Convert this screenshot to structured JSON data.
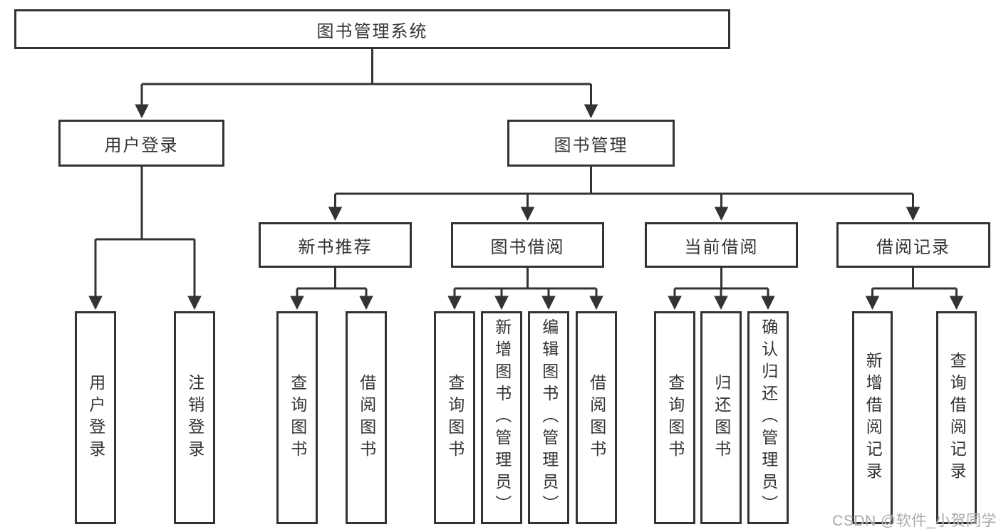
{
  "diagram": {
    "root": "图书管理系统",
    "children": [
      {
        "label": "用户登录",
        "children": [
          "用户登录",
          "注销登录"
        ]
      },
      {
        "label": "图书管理",
        "children": [
          {
            "label": "新书推荐",
            "children": [
              "查询图书",
              "借阅图书"
            ]
          },
          {
            "label": "图书借阅",
            "children": [
              "查询图书",
              "新增图书（管理员）",
              "编辑图书（管理员）",
              "借阅图书"
            ]
          },
          {
            "label": "当前借阅",
            "children": [
              "查询图书",
              "归还图书",
              "确认归还（管理员）"
            ]
          },
          {
            "label": "借阅记录",
            "children": [
              "新增借阅记录",
              "查询借阅记录"
            ]
          }
        ]
      }
    ]
  },
  "watermark": "CSDN @软件_小贺同学",
  "colors": {
    "line": "#333333",
    "text": "#333333",
    "background": "#ffffff",
    "watermark_gray": "#a9a9a9"
  }
}
